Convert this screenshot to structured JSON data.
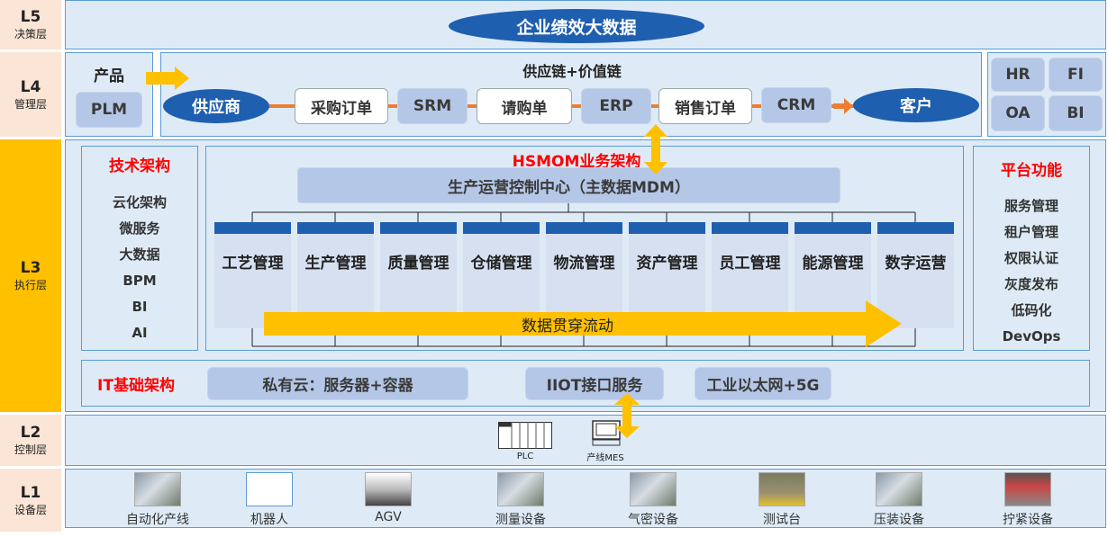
{
  "levels": [
    {
      "code": "L5",
      "name": "决策层"
    },
    {
      "code": "L4",
      "name": "管理层"
    },
    {
      "code": "L3",
      "name": "执行层"
    },
    {
      "code": "L2",
      "name": "控制层"
    },
    {
      "code": "L1",
      "name": "设备层"
    }
  ],
  "l5": {
    "title": "企业绩效大数据"
  },
  "l4": {
    "product_title": "产品",
    "plm": "PLM",
    "chain_title": "供应链+价值链",
    "supplier": "供应商",
    "customer": "客户",
    "chain": [
      "采购订单",
      "SRM",
      "请购单",
      "ERP",
      "销售订单",
      "CRM"
    ],
    "systems": [
      "HR",
      "FI",
      "OA",
      "BI"
    ]
  },
  "l3": {
    "tech_title": "技术架构",
    "tech_items": [
      "云化架构",
      "微服务",
      "大数据",
      "BPM",
      "BI",
      "AI"
    ],
    "business_title": "HSMOM业务架构",
    "mdm": "生产运营控制中心（主数据MDM）",
    "modules": [
      "工艺管理",
      "生产管理",
      "质量管理",
      "仓储管理",
      "物流管理",
      "资产管理",
      "员工管理",
      "能源管理",
      "数字运营"
    ],
    "flow": "数据贯穿流动",
    "platform_title": "平台功能",
    "platform_items": [
      "服务管理",
      "租户管理",
      "权限认证",
      "灰度发布",
      "低码化",
      "DevOps"
    ],
    "it_title": "IT基础架构",
    "it_items": [
      "私有云：服务器+容器",
      "IIOT接口服务",
      "工业以太网+5G"
    ]
  },
  "l2": {
    "plc": "PLC",
    "mes": "产线MES"
  },
  "l1": {
    "devices": [
      "自动化产线",
      "机器人",
      "AGV",
      "测量设备",
      "气密设备",
      "测试台",
      "压装设备",
      "拧紧设备"
    ]
  },
  "colors": {
    "accent": "#1f5fb0",
    "arrow": "#ffc000",
    "panel": "#deebf7",
    "level": "#fbe5d6"
  }
}
